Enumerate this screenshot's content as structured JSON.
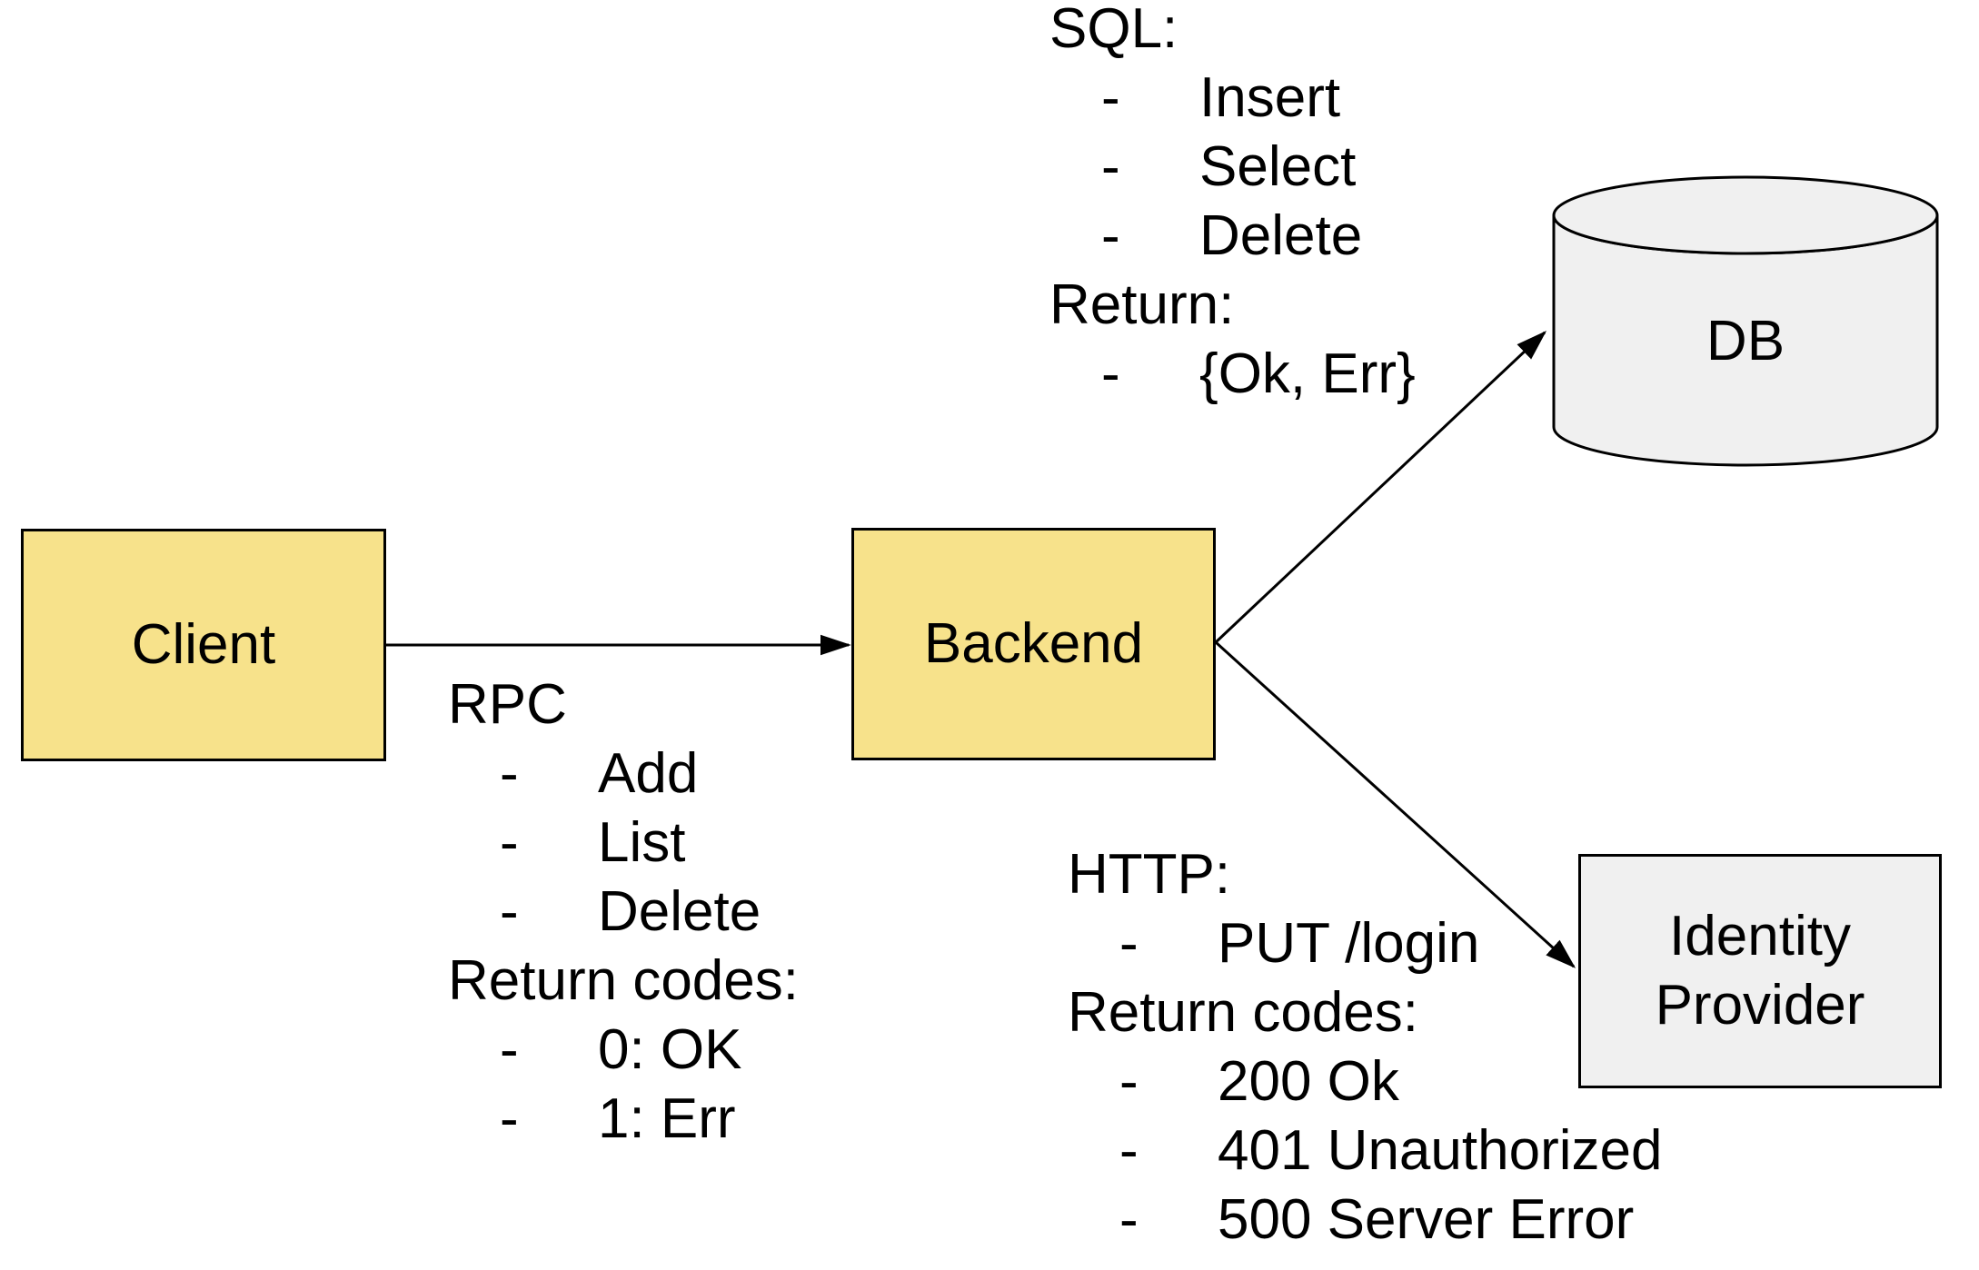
{
  "page": {
    "background": "#FFFFFF"
  },
  "colors": {
    "node_fill_yellow": "#F7E28B",
    "node_fill_gray": "#F0F0F0",
    "border": "#000000",
    "text": "#000000"
  },
  "bullet": "-",
  "nodes": {
    "client": {
      "label": "Client",
      "shape": "rectangle",
      "fill": "#F7E28B"
    },
    "backend": {
      "label": "Backend",
      "shape": "rectangle",
      "fill": "#F7E28B"
    },
    "db": {
      "label": "DB",
      "shape": "cylinder",
      "fill": "#F0F0F0"
    },
    "identity_provider": {
      "label_line1": "Identity",
      "label_line2": "Provider",
      "shape": "rectangle",
      "fill": "#F0F0F0"
    }
  },
  "edges": [
    {
      "from": "Client",
      "to": "Backend",
      "annotation": "rpc"
    },
    {
      "from": "Backend",
      "to": "DB",
      "annotation": "sql"
    },
    {
      "from": "Backend",
      "to": "Identity Provider",
      "annotation": "http"
    }
  ],
  "annotations": {
    "rpc": {
      "title": "RPC",
      "items": [
        "Add",
        "List",
        "Delete"
      ],
      "return_title": "Return codes:",
      "return_items": [
        "0: OK",
        "1: Err"
      ]
    },
    "sql": {
      "title": "SQL:",
      "items": [
        "Insert",
        "Select",
        "Delete"
      ],
      "return_title": "Return:",
      "return_items": [
        "{Ok, Err}"
      ]
    },
    "http": {
      "title": "HTTP:",
      "items": [
        "PUT /login"
      ],
      "return_title": "Return codes:",
      "return_items": [
        "200 Ok",
        "401 Unauthorized",
        "500 Server Error"
      ]
    }
  }
}
